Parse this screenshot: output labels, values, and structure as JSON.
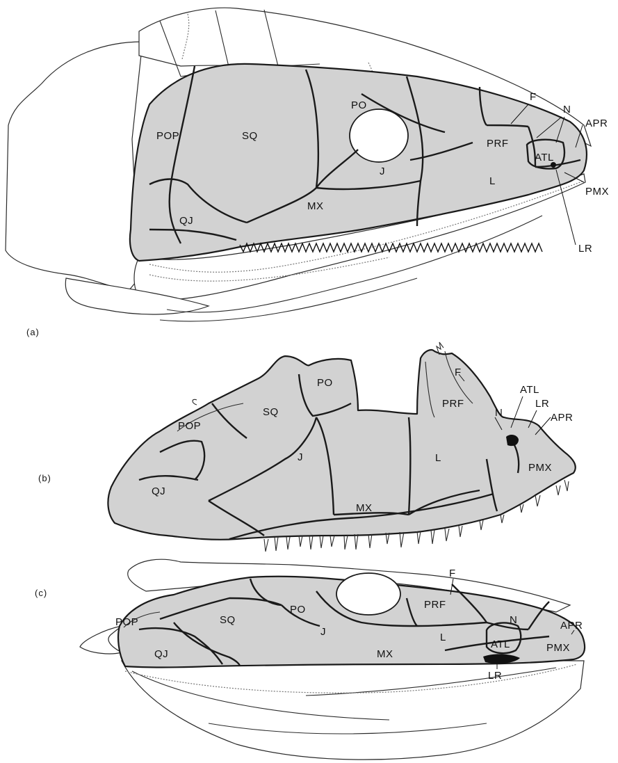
{
  "panels": [
    {
      "tag": "(a)",
      "labels": {
        "po": "PO",
        "f": "F",
        "n": "N",
        "apr": "APR",
        "pop": "POP",
        "sq": "SQ",
        "prf": "PRF",
        "atl": "ATL",
        "j": "J",
        "l": "L",
        "pmx": "PMX",
        "mx": "MX",
        "qj": "QJ",
        "lr": "LR"
      }
    },
    {
      "tag": "(b)",
      "labels": {
        "po": "PO",
        "f": "F",
        "prf": "PRF",
        "atl": "ATL",
        "sq": "SQ",
        "n": "N",
        "lr": "LR",
        "apr": "APR",
        "pop": "POP",
        "j": "J",
        "l": "L",
        "pmx": "PMX",
        "qj": "QJ",
        "mx": "MX"
      }
    },
    {
      "tag": "(c)",
      "labels": {
        "po": "PO",
        "f": "F",
        "prf": "PRF",
        "pop": "POP",
        "sq": "SQ",
        "n": "N",
        "apr": "APR",
        "j": "J",
        "l": "L",
        "atl": "ATL",
        "pmx": "PMX",
        "qj": "QJ",
        "mx": "MX",
        "lr": "LR"
      }
    }
  ]
}
